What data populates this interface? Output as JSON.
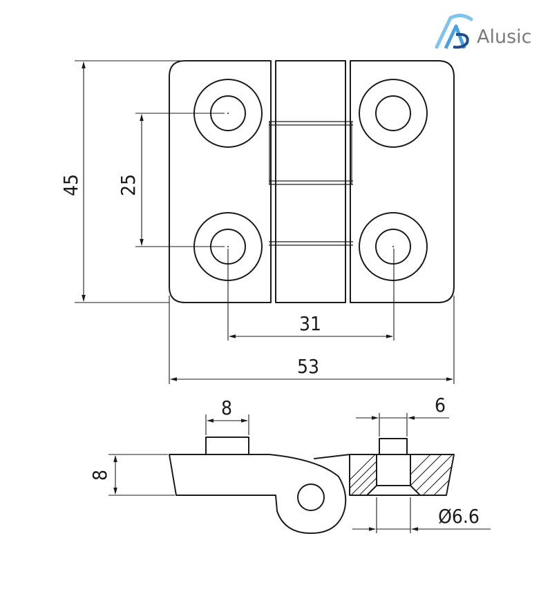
{
  "brand": {
    "name": "Alusic",
    "colors": {
      "logo_blue": "#4aa3e0",
      "logo_dark": "#1f4d8c",
      "text_grey": "#7a7a7a"
    }
  },
  "dimensions": {
    "height": "45",
    "hole_spacing_vertical": "25",
    "hole_spacing_horizontal": "31",
    "width": "53",
    "boss_width": "8",
    "thickness": "8",
    "bore_width": "6",
    "bore_diameter": "Ø6.6"
  },
  "colors": {
    "line": "#1a1a1a",
    "background": "#ffffff"
  }
}
